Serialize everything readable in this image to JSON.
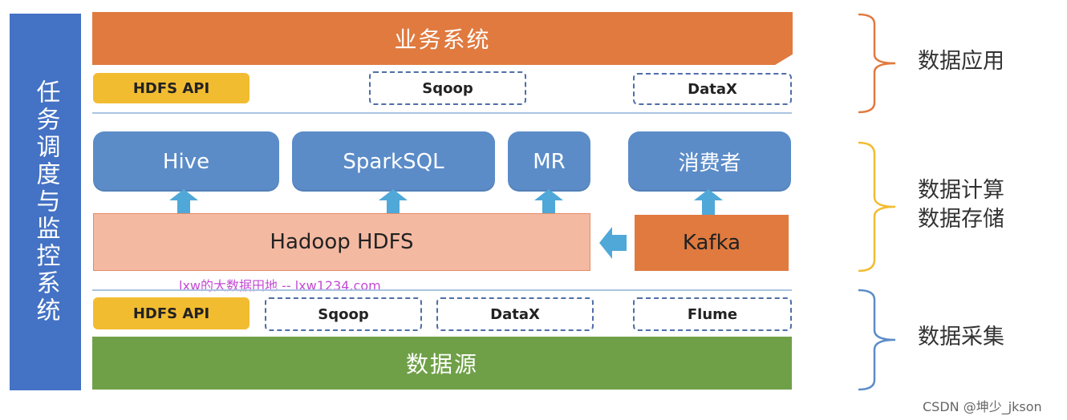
{
  "sidebar": {
    "label": "任务调度与监控系统"
  },
  "application_layer": {
    "business_system": "业务系统",
    "tools": [
      "HDFS API",
      "Sqoop",
      "DataX"
    ]
  },
  "compute_layer": {
    "engines": [
      "Hive",
      "SparkSQL",
      "MR",
      "消费者"
    ],
    "storage": "Hadoop HDFS",
    "queue": "Kafka"
  },
  "watermark": "lxw的大数据田地 -- lxw1234.com",
  "collection_layer": {
    "tools": [
      "HDFS API",
      "Sqoop",
      "DataX",
      "Flume"
    ],
    "source": "数据源"
  },
  "braces": {
    "top": "数据应用",
    "middle_line1": "数据计算",
    "middle_line2": "数据存储",
    "bottom": "数据采集"
  },
  "colors": {
    "sidebar": "#4472c4",
    "business": "#e07a3f",
    "api": "#f2bc31",
    "engine": "#5b8cc8",
    "hdfs": "#f4b9a1",
    "kafka": "#e07a3f",
    "source": "#6fa048",
    "arrow": "#4fa8d8",
    "brace_top": "#e07a3f",
    "brace_middle": "#f2bc31",
    "brace_bottom": "#5b8cc8"
  },
  "credit": "CSDN @坤少_jkson"
}
